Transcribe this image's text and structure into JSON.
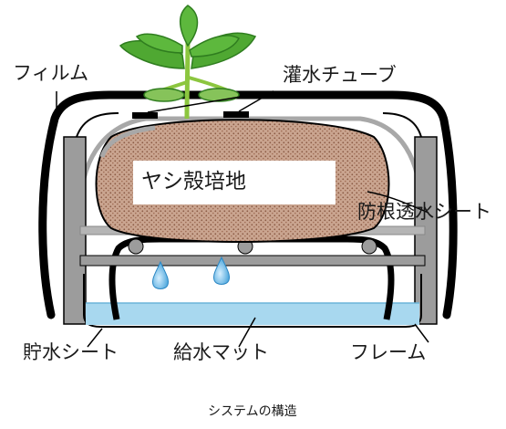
{
  "labels": {
    "film": "フィルム",
    "irrigation_tube": "灌水チューブ",
    "coir_medium": "ヤシ殻培地",
    "root_proof_sheet": "防根透水シート",
    "water_storage_sheet": "貯水シート",
    "water_supply_mat": "給水マット",
    "frame": "フレーム"
  },
  "caption": "システムの構造",
  "colors": {
    "leaf": "#4fa832",
    "leaf_dark": "#2f7d1f",
    "stem": "#8cc63f",
    "medium_fill": "#c9a48c",
    "medium_dot": "#8a5a44",
    "frame_gray": "#8e8e8e",
    "water": "#a8d8ef",
    "drop": "#5aaee0",
    "outline": "#000000"
  }
}
